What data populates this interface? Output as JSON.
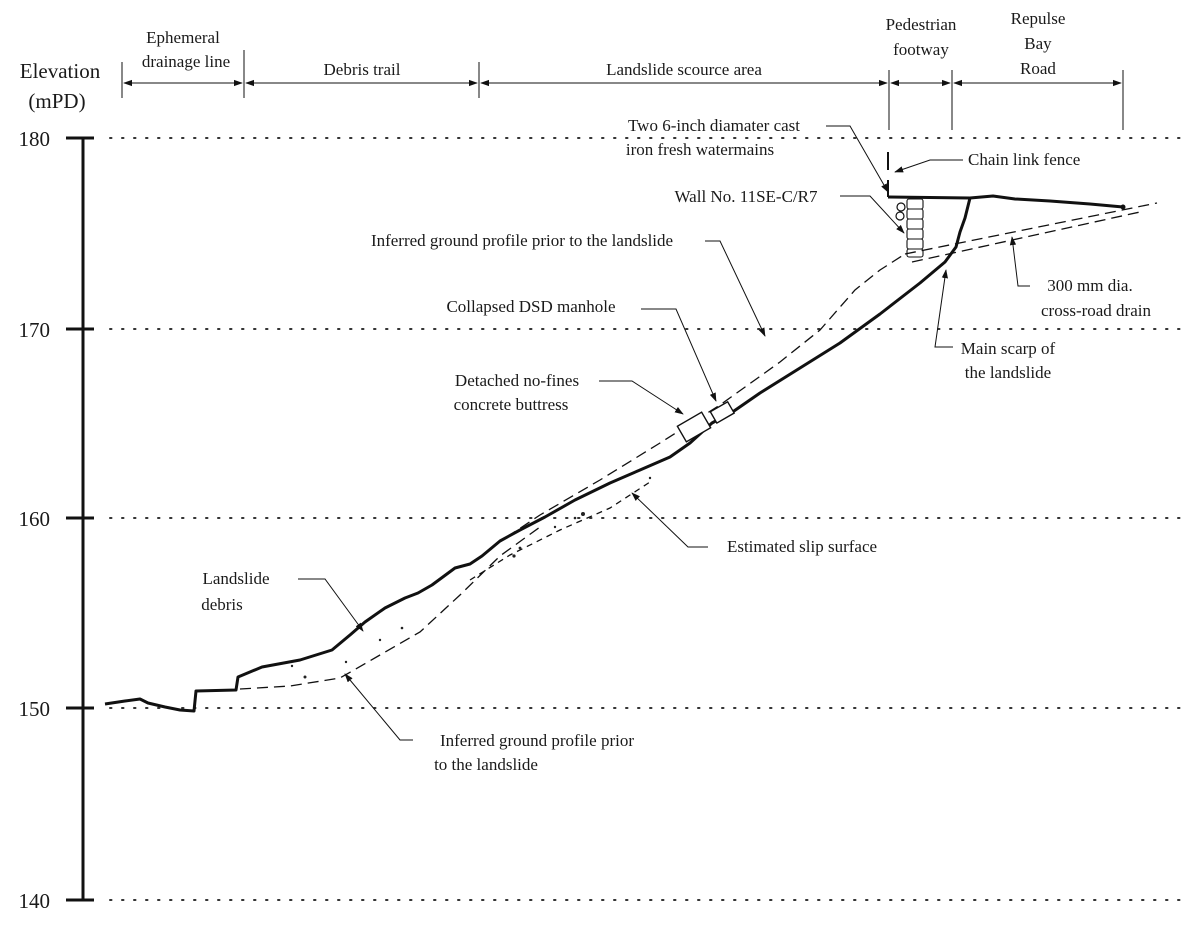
{
  "axis": {
    "title_line1": "Elevation",
    "title_line2": "(mPD)",
    "ticks": [
      "180",
      "170",
      "160",
      "150",
      "140"
    ]
  },
  "zones": {
    "ephemeral_line1": "Ephemeral",
    "ephemeral_line2": "drainage line",
    "debris_trail": "Debris trail",
    "scource_area": "Landslide scource area",
    "footway_line1": "Pedestrian",
    "footway_line2": "footway",
    "road_line1": "Repulse",
    "road_line2": "Bay",
    "road_line3": "Road"
  },
  "annotations": {
    "watermains_line1": "Two 6-inch diamater cast",
    "watermains_line2": "iron fresh watermains",
    "fence": "Chain link fence",
    "wall": "Wall No. 11SE-C/R7",
    "inferred_upper": "Inferred ground profile prior to the landslide",
    "drain_line1": "300 mm dia.",
    "drain_line2": "cross-road drain",
    "manhole": "Collapsed DSD manhole",
    "scarp_line1": "Main scarp of",
    "scarp_line2": "the landslide",
    "buttress_line1": "Detached no-fines",
    "buttress_line2": "concrete buttress",
    "slip_surface": "Estimated slip surface",
    "debris_line1": "Landslide",
    "debris_line2": "debris",
    "inferred_lower_line1": "Inferred ground profile prior",
    "inferred_lower_line2": "to  the landslide"
  }
}
